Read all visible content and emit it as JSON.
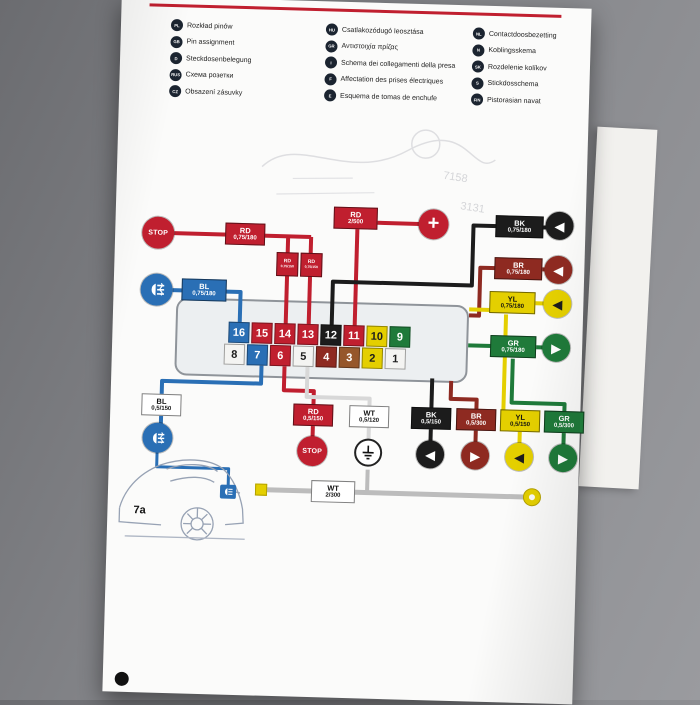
{
  "legend": {
    "columns": [
      [
        {
          "code": "PL",
          "label": "Rozkład pinów"
        },
        {
          "code": "GB",
          "label": "Pin assignment"
        },
        {
          "code": "D",
          "label": "Steckdosenbelegung"
        },
        {
          "code": "RUS",
          "label": "Схема розетки"
        },
        {
          "code": "CZ",
          "label": "Obsazení zásuvky"
        }
      ],
      [
        {
          "code": "HU",
          "label": "Csatlakozódugó leosztása"
        },
        {
          "code": "GR",
          "label": "Αντιστοιχία πρίζας"
        },
        {
          "code": "I",
          "label": "Schema dei collegamenti della presa"
        },
        {
          "code": "F",
          "label": "Affectation des prises électriques"
        },
        {
          "code": "E",
          "label": "Esquema de tomas de enchufe"
        }
      ],
      [
        {
          "code": "NL",
          "label": "Contactdoosbezetting"
        },
        {
          "code": "N",
          "label": "Koblingsskema"
        },
        {
          "code": "SK",
          "label": "Rozdelenie kolíkov"
        },
        {
          "code": "S",
          "label": "Stickdosschema"
        },
        {
          "code": "FIN",
          "label": "Pistorasian navat"
        }
      ]
    ]
  },
  "connector": {
    "top_row": [
      {
        "n": "16",
        "bg": "#2a6fb5",
        "fg": "#ffffff"
      },
      {
        "n": "15",
        "bg": "#c01f2f",
        "fg": "#ffffff"
      },
      {
        "n": "14",
        "bg": "#c01f2f",
        "fg": "#ffffff"
      },
      {
        "n": "13",
        "bg": "#c01f2f",
        "fg": "#ffffff"
      },
      {
        "n": "12",
        "bg": "#1c1c1c",
        "fg": "#ffffff"
      },
      {
        "n": "11",
        "bg": "#c01f2f",
        "fg": "#ffffff"
      },
      {
        "n": "10",
        "bg": "#e4cf00",
        "fg": "#1c1c1c"
      },
      {
        "n": "9",
        "bg": "#1f7a3a",
        "fg": "#ffffff"
      }
    ],
    "bottom_row": [
      {
        "n": "8",
        "bg": "#f4f4f2",
        "fg": "#1c1c1c"
      },
      {
        "n": "7",
        "bg": "#2a6fb5",
        "fg": "#ffffff"
      },
      {
        "n": "6",
        "bg": "#c01f2f",
        "fg": "#ffffff"
      },
      {
        "n": "5",
        "bg": "#f4f4f2",
        "fg": "#1c1c1c"
      },
      {
        "n": "4",
        "bg": "#8e2a21",
        "fg": "#ffffff"
      },
      {
        "n": "3",
        "bg": "#96572b",
        "fg": "#ffffff"
      },
      {
        "n": "2",
        "bg": "#e4cf00",
        "fg": "#1c1c1c"
      },
      {
        "n": "1",
        "bg": "#f4f4f2",
        "fg": "#1c1c1c"
      }
    ]
  },
  "boxes": {
    "rd075": {
      "c": "RD",
      "v": "0,75/180"
    },
    "bl075": {
      "c": "BL",
      "v": "0,75/180"
    },
    "rd2500": {
      "c": "RD",
      "v": "2/500"
    },
    "bk075": {
      "c": "BK",
      "v": "0,75/180"
    },
    "br075": {
      "c": "BR",
      "v": "0,75/180"
    },
    "yl075": {
      "c": "YL",
      "v": "0,75/180"
    },
    "gr075": {
      "c": "GR",
      "v": "0,75/180"
    },
    "bl05": {
      "c": "BL",
      "v": "0,5/150"
    },
    "rd05": {
      "c": "RD",
      "v": "0,5/150"
    },
    "wt05": {
      "c": "WT",
      "v": "0,5/120"
    },
    "bk05": {
      "c": "BK",
      "v": "0,5/150"
    },
    "br05": {
      "c": "BR",
      "v": "0,5/300"
    },
    "yl05": {
      "c": "YL",
      "v": "0,5/150"
    },
    "gr05": {
      "c": "GR",
      "v": "0,5/300"
    },
    "wt2": {
      "c": "WT",
      "v": "2/300"
    },
    "small1": {
      "c": "RD",
      "v": "0,75/150"
    },
    "small2": {
      "c": "RD",
      "v": "0,75/150"
    }
  },
  "terminals": {
    "stop_left": "STOP",
    "stop_bottom": "STOP",
    "plus": "+",
    "arrow_left": "◀",
    "arrow_right": "▶"
  },
  "car": {
    "ref": "7a"
  },
  "ghost": {
    "num1": "7158",
    "num2": "3131"
  },
  "colors": {
    "red": "#c01f2f",
    "blue": "#2a6fb5",
    "black": "#1c1c1c",
    "maroon": "#8e2a21",
    "brown": "#96572b",
    "yellow": "#e4cf00",
    "green": "#1f7a3a",
    "white": "#ffffff",
    "gray_wire": "#bcbcbc",
    "white_wire": "#d8d8d8"
  }
}
